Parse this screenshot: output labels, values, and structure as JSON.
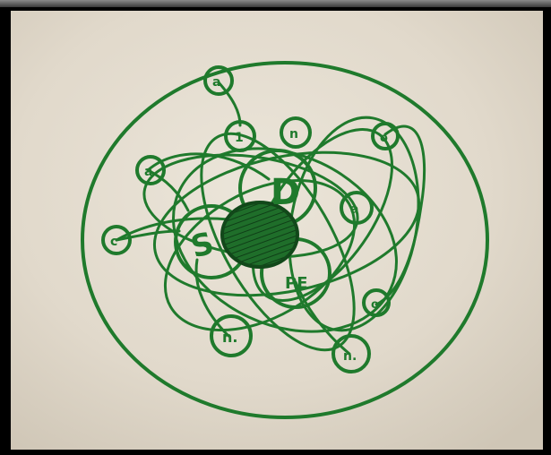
{
  "image": {
    "ink_color": "#1f7a2c",
    "paper_color": "#e4ddd0",
    "center_letters": {
      "top": "D",
      "left": "S",
      "bottom": "PE"
    }
  }
}
